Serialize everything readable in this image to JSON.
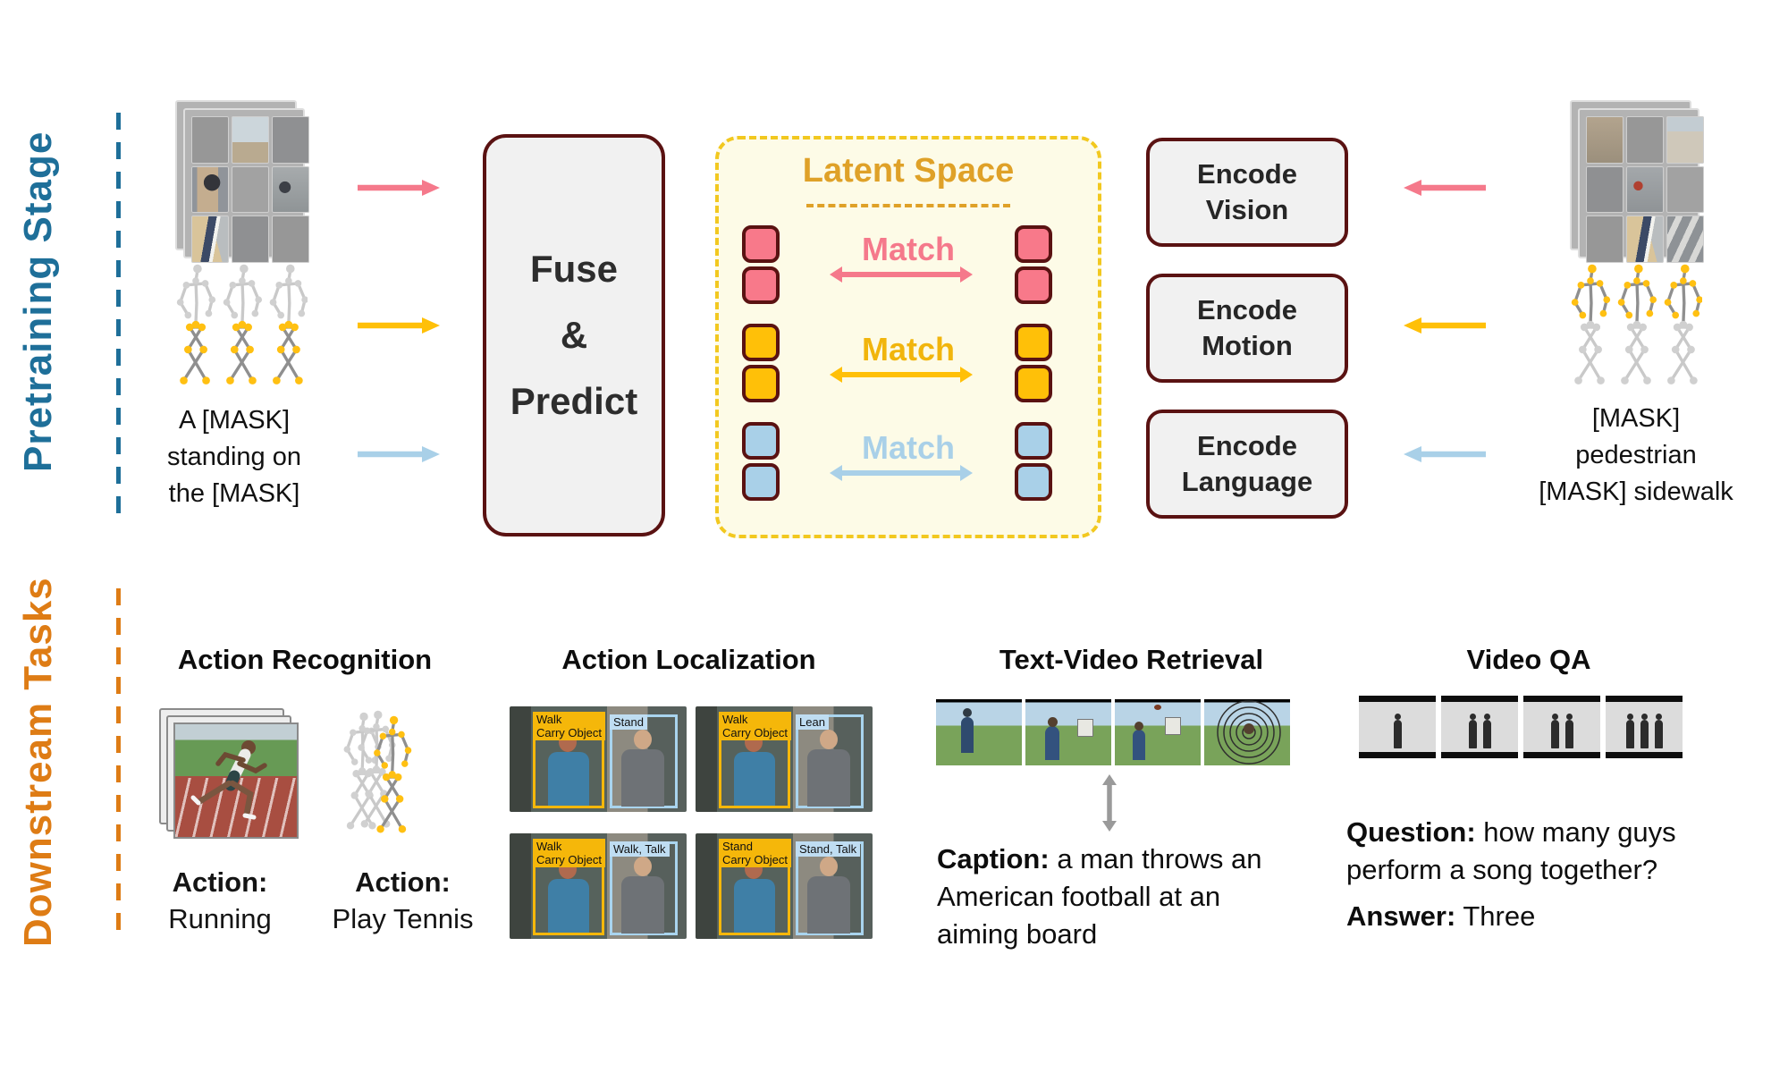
{
  "colors": {
    "pretrain_teal": "#1E6F99",
    "downstream_orange": "#DE7C15",
    "vision_pink": "#F5798B",
    "motion_gold": "#FFC008",
    "language_blue": "#A9D0E8",
    "box_border_maroon": "#5A1212",
    "box_fill_gray": "#F1F1F1",
    "latent_bg": "#FDFBE7",
    "latent_title_gold": "#DFA128"
  },
  "pretraining": {
    "section_label": "Pretraining Stage",
    "left_text_lines": [
      "A [MASK]",
      "standing on",
      "the [MASK]"
    ],
    "fuse_lines": [
      "Fuse",
      "&",
      "Predict"
    ],
    "latent": {
      "title": "Latent Space",
      "matches": [
        {
          "label": "Match",
          "color": "#F5798B"
        },
        {
          "label": "Match",
          "color": "#FFC008"
        },
        {
          "label": "Match",
          "color": "#A9D0E8"
        }
      ]
    },
    "encoders": [
      {
        "line1": "Encode",
        "line2": "Vision"
      },
      {
        "line1": "Encode",
        "line2": "Motion"
      },
      {
        "line1": "Encode",
        "line2": "Language"
      }
    ],
    "right_text_lines": [
      "[MASK]",
      "pedestrian",
      "[MASK] sidewalk"
    ]
  },
  "downstream": {
    "section_label": "Downstream Tasks",
    "action_recognition": {
      "title": "Action Recognition",
      "items": [
        {
          "prefix": "Action:",
          "value": "Running"
        },
        {
          "prefix": "Action:",
          "value": "Play Tennis"
        }
      ]
    },
    "action_localization": {
      "title": "Action Localization",
      "frames": [
        {
          "yellow_line1": "Walk",
          "yellow_line2": "Carry Object",
          "blue_label": "Stand"
        },
        {
          "yellow_line1": "Walk",
          "yellow_line2": "Carry Object",
          "blue_label": "Lean"
        },
        {
          "yellow_line1": "Walk",
          "yellow_line2": "Carry Object",
          "blue_label": "Walk, Talk"
        },
        {
          "yellow_line1": "Stand",
          "yellow_line2": "Carry Object",
          "blue_label": "Stand, Talk"
        }
      ]
    },
    "text_video_retrieval": {
      "title": "Text-Video Retrieval",
      "caption_label": "Caption:",
      "caption_text": "a man throws an American football at an aiming board"
    },
    "video_qa": {
      "title": "Video QA",
      "question_label": "Question:",
      "question_text": "how many guys perform a song together?",
      "answer_label": "Answer:",
      "answer_text": "Three"
    }
  }
}
